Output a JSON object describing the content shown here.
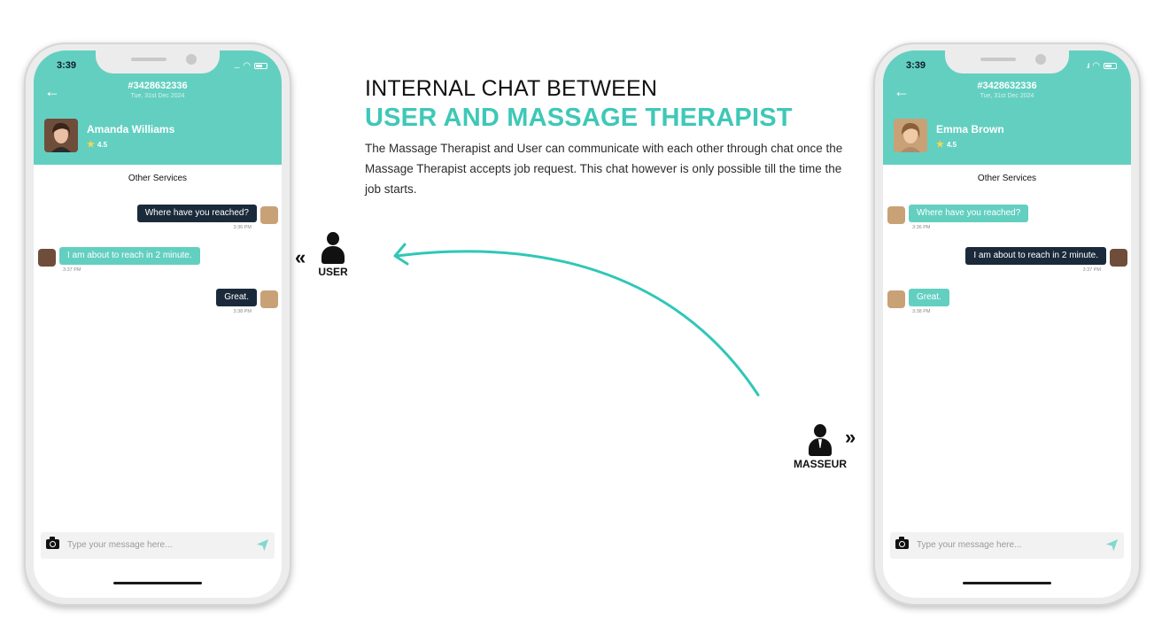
{
  "headline": {
    "line1": "INTERNAL CHAT BETWEEN",
    "line2": "USER AND MASSAGE THERAPIST",
    "description": "The Massage Therapist and User can communicate with each other through chat once the Massage Therapist accepts job request. This chat however is only possible till the time the job starts."
  },
  "labels": {
    "user": "USER",
    "masseur": "MASSEUR",
    "chevron_left": "«",
    "chevron_right": "»"
  },
  "colors": {
    "accent": "#63cfc0",
    "headline_accent": "#3ec8b7",
    "dark_bubble": "#1a2a3a",
    "arrow": "#2fc7b6"
  },
  "left_phone": {
    "status_time": "3:39",
    "back_icon": "back-arrow-icon",
    "job_id": "#3428632336",
    "job_date": "Tue, 31st Dec 2024",
    "profile_name": "Amanda Williams",
    "rating": "4.5",
    "other_services": "Other Services",
    "messages": [
      {
        "text": "Where have you reached?",
        "time": "3:36 PM"
      },
      {
        "text": "I am about to reach in 2 minute.",
        "time": "3:37 PM"
      },
      {
        "text": "Great.",
        "time": "3:38 PM"
      }
    ],
    "composer_placeholder": "Type your message here..."
  },
  "right_phone": {
    "status_time": "3:39",
    "back_icon": "back-arrow-icon",
    "job_id": "#3428632336",
    "job_date": "Tue, 31st Dec 2024",
    "profile_name": "Emma Brown",
    "rating": "4.5",
    "other_services": "Other Services",
    "messages": [
      {
        "text": "Where have you reached?",
        "time": "3:36 PM"
      },
      {
        "text": "I am about to reach in 2 minute.",
        "time": "3:37 PM"
      },
      {
        "text": "Great.",
        "time": "3:38 PM"
      }
    ],
    "composer_placeholder": "Type your message here..."
  }
}
